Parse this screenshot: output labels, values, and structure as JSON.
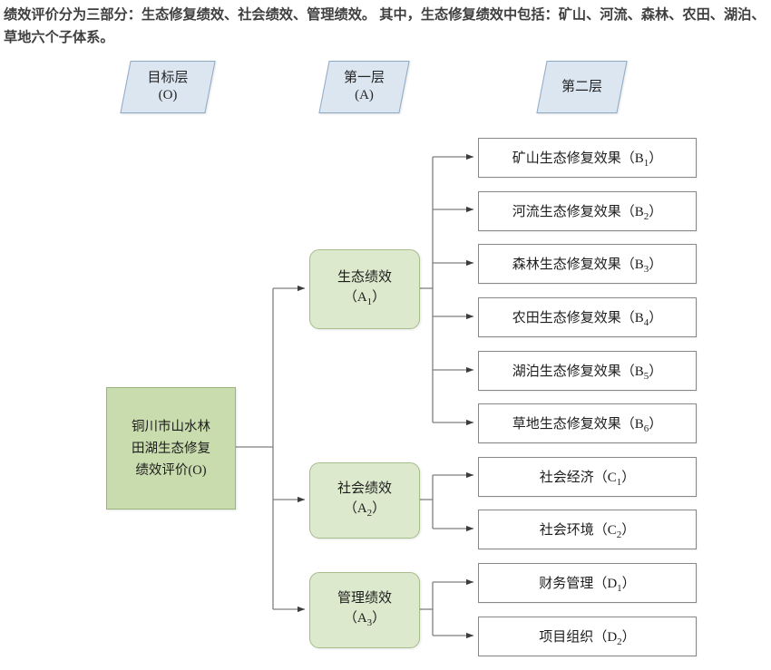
{
  "caption": {
    "text": "绩效评价分为三部分：生态修复绩效、社会绩效、管理绩效。 其中，生态修复绩效中包括：矿山、河流、森林、农田、湖泊、草地六个子体系。"
  },
  "colors": {
    "header_fill": "#dce6f1",
    "header_stroke": "#8ea9c4",
    "root_fill": "#c9dcae",
    "root_stroke": "#9bb37d",
    "level1_fill": "#dde9cd",
    "level1_stroke": "#a7bd8b",
    "leaf_fill": "#ffffff",
    "leaf_stroke": "#878787",
    "connector": "#7f7f7f",
    "caption_text": "#3f3f3f"
  },
  "headers": [
    {
      "line1": "目标层",
      "line2": "(O)"
    },
    {
      "line1": "第一层",
      "line2": "(A)"
    },
    {
      "line1": "第二层",
      "line2": ""
    }
  ],
  "root": {
    "label": "铜川市山水林\n田湖生态修复\n绩效评价(O)",
    "code": "O"
  },
  "level1": [
    {
      "name": "生态绩效",
      "code": "A",
      "index": "1"
    },
    {
      "name": "社会绩效",
      "code": "A",
      "index": "2"
    },
    {
      "name": "管理绩效",
      "code": "A",
      "index": "3"
    }
  ],
  "level2": [
    {
      "name": "矿山生态修复效果",
      "code": "B",
      "index": "1",
      "parent": "A1"
    },
    {
      "name": "河流生态修复效果",
      "code": "B",
      "index": "2",
      "parent": "A1"
    },
    {
      "name": "森林生态修复效果",
      "code": "B",
      "index": "3",
      "parent": "A1"
    },
    {
      "name": "农田生态修复效果",
      "code": "B",
      "index": "4",
      "parent": "A1"
    },
    {
      "name": "湖泊生态修复效果",
      "code": "B",
      "index": "5",
      "parent": "A1"
    },
    {
      "name": "草地生态修复效果",
      "code": "B",
      "index": "6",
      "parent": "A1"
    },
    {
      "name": "社会经济",
      "code": "C",
      "index": "1",
      "parent": "A2"
    },
    {
      "name": "社会环境",
      "code": "C",
      "index": "2",
      "parent": "A2"
    },
    {
      "name": "财务管理",
      "code": "D",
      "index": "1",
      "parent": "A3"
    },
    {
      "name": "项目组织",
      "code": "D",
      "index": "2",
      "parent": "A3"
    }
  ]
}
